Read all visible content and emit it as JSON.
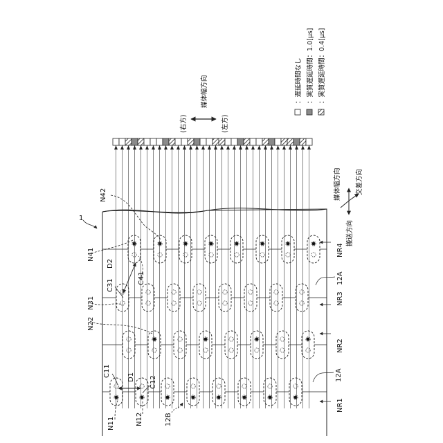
{
  "figure_number": "1",
  "legend": [
    {
      "key": "none",
      "text": "：遅延時間なし",
      "swatch": "blank"
    },
    {
      "key": "d10",
      "text": "：実質遅延時間：1.0[μs]",
      "swatch": "gray"
    },
    {
      "key": "d04",
      "text": "：実質遅延時間：0.4[μs]",
      "swatch": "hatch"
    }
  ],
  "width_direction": {
    "title": "媒体幅方向",
    "right": "(右方)",
    "left": "(左方)"
  },
  "rows": {
    "NR1": "NR1",
    "NR2": "NR2",
    "NR3": "NR3",
    "NR4": "NR4",
    "head_a1": "12A",
    "head_a2": "12A",
    "head_b": "12B"
  },
  "nozzle_labels": {
    "N11": "N11",
    "N12": "N12",
    "N22": "N22",
    "N31": "N31",
    "N41": "N41",
    "N42": "N42",
    "C11": "C11",
    "C12": "C12",
    "C31": "C31",
    "C41": "C41",
    "D1": "D1",
    "D2": "D2"
  },
  "axes": {
    "width": "媒体幅方向",
    "cross": "交差方向",
    "transport": "搬送方向"
  },
  "strip_cells": [
    "blank",
    "blank",
    "hatch",
    "gray",
    "hatch",
    "blank",
    "blank",
    "blank",
    "gray",
    "hatch",
    "blank",
    "blank",
    "hatch",
    "gray",
    "blank",
    "blank",
    "hatch",
    "hatch",
    "blank",
    "blank",
    "gray",
    "hatch",
    "blank",
    "blank",
    "hatch",
    "gray",
    "blank",
    "hatch",
    "hatch",
    "gray",
    "hatch",
    "blank"
  ],
  "colors": {
    "line": "#222222",
    "gray_fill": "#8a8a8a"
  }
}
